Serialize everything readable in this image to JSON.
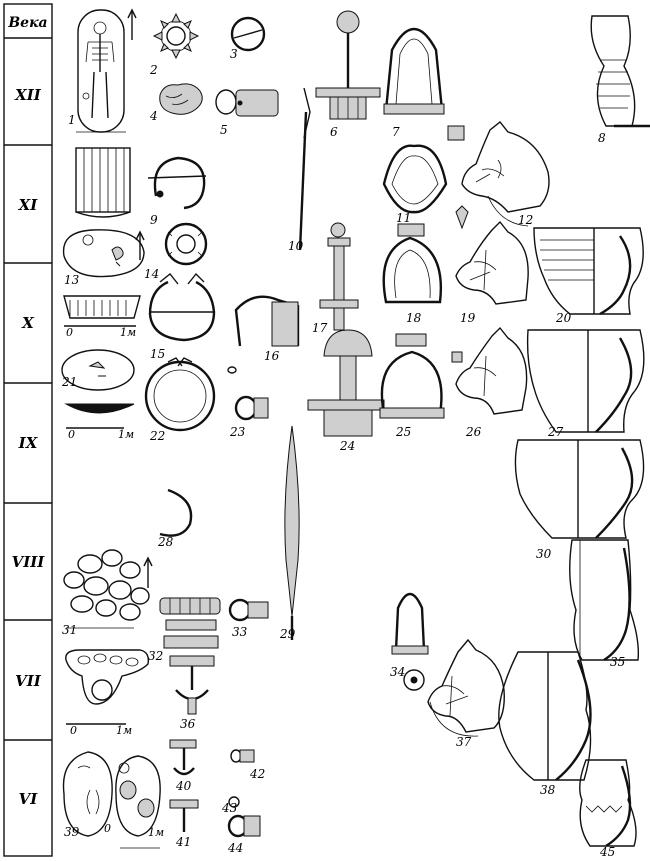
{
  "header": "Века",
  "centuries": [
    "XII",
    "XI",
    "X",
    "IX",
    "VIII",
    "VII",
    "VI"
  ],
  "scale_labels": {
    "zero": "0",
    "one_meter": "1м"
  },
  "figure_numbers": [
    "1",
    "2",
    "3",
    "4",
    "5",
    "6",
    "7",
    "8",
    "9",
    "10",
    "11",
    "12",
    "13",
    "14",
    "15",
    "16",
    "17",
    "18",
    "19",
    "20",
    "21",
    "22",
    "23",
    "24",
    "25",
    "26",
    "27",
    "28",
    "29",
    "30",
    "31",
    "32",
    "33",
    "34",
    "35",
    "36",
    "37",
    "38",
    "39",
    "40",
    "41",
    "42",
    "43",
    "44",
    "45"
  ]
}
